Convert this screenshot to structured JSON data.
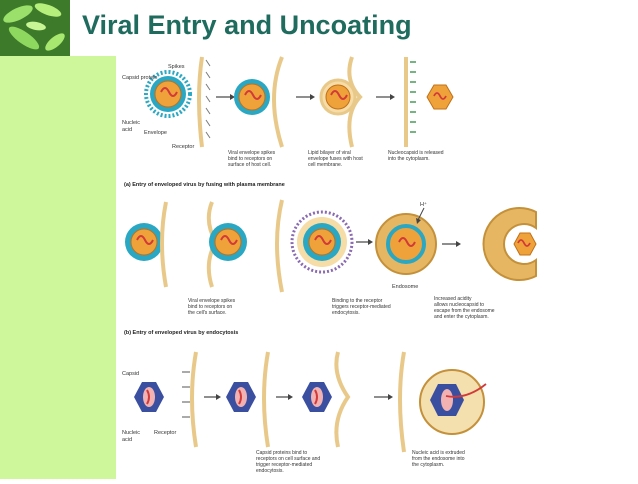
{
  "slide": {
    "title": "Viral Entry and Uncoating"
  },
  "panel_a": {
    "label_capsid": "Capsid protein",
    "label_spikes": "Spikes",
    "label_nucleic_1": "Nucleic",
    "label_nucleic_2": "acid",
    "label_envelope": "Envelope",
    "label_receptor": "Receptor",
    "cap1": [
      "Viral envelope spikes",
      "bind to receptors on",
      "surface of host cell."
    ],
    "cap2": [
      "Lipid bilayer of viral",
      "envelope fuses with host",
      "cell membrane."
    ],
    "cap3": [
      "Nucleocapsid is released",
      "into the cytoplasm."
    ],
    "section": "(a) Entry of enveloped virus by fusing with plasma membrane"
  },
  "panel_b": {
    "label_h": "H⁺",
    "label_endosome": "Endosome",
    "cap1": [
      "Viral envelope spikes",
      "bind to receptors on",
      "the cell's surface."
    ],
    "cap2": [
      "Binding to the receptor",
      "triggers receptor-mediated",
      "endocytosis."
    ],
    "cap3": [
      "Increased acidity",
      "allows nucleocapsid to",
      "escape from the endosome",
      "and enter the cytoplasm."
    ],
    "section": "(b) Entry of enveloped virus by endocytosis"
  },
  "panel_c": {
    "label_capsid": "Capsid",
    "label_nucleic_1": "Nucleic",
    "label_nucleic_2": "acid",
    "label_receptor": "Receptor",
    "cap1": [
      "Capsid proteins bind to",
      "receptors on cell surface and",
      "trigger receptor-mediated",
      "endocytosis."
    ],
    "cap2": [
      "Nucleic acid is extruded",
      "from the endosome into",
      "the cytoplasm."
    ]
  },
  "colors": {
    "title": "#1f6b5d",
    "background_green": "#cdf79a",
    "membrane": "#e8c98a",
    "envelope": "#2aa7c2",
    "capsid": "#f0a23a",
    "nucleic": "#d23a3a",
    "naked_capsid": "#3b4fa0"
  }
}
